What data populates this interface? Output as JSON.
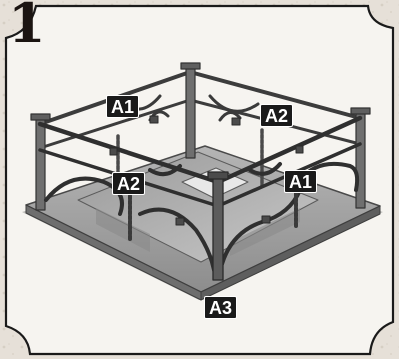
{
  "step": {
    "number": "1"
  },
  "labels": {
    "a1_top": "A1",
    "a2_top": "A2",
    "a2_front": "A2",
    "a1_right": "A1",
    "a3_bottom": "A3"
  },
  "colors": {
    "paper": "#f4f1ec",
    "frame": "#1a1a1a",
    "label_bg": "#1a1a1a",
    "label_text": "#ffffff",
    "model_gray": "#7d7d7d",
    "model_dark": "#3e3e3e"
  }
}
